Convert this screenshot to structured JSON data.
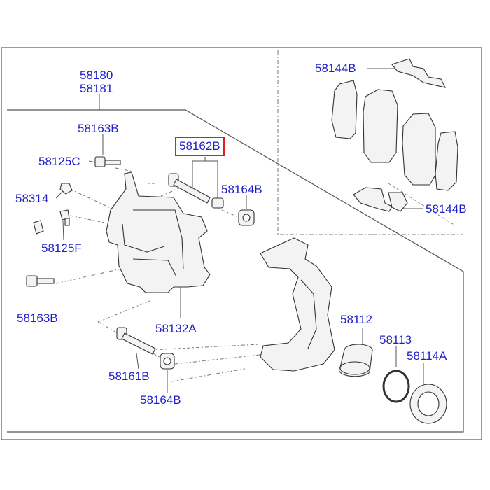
{
  "colors": {
    "label": "#1e1ec8",
    "highlight": "#e11b22",
    "line": "#555555",
    "part": "#333333"
  },
  "labels": {
    "caliper_assy_1": "58180",
    "caliper_assy_2": "58181",
    "bolt_top": "58163B",
    "highlighted_guide_pin": "58162B",
    "bleeder_cap": "58125C",
    "boot_upper": "58164B",
    "bleeder_clip": "58314",
    "bleeder_screw": "58125F",
    "bolt_bottom": "58163B",
    "caliper_body": "58132A",
    "guide_pin_lower": "58161B",
    "boot_lower": "58164B",
    "piston": "58112",
    "piston_seal": "58113",
    "piston_boot": "58114A",
    "pad_kit_top": "58144B",
    "pad_kit_bottom": "58144B"
  }
}
